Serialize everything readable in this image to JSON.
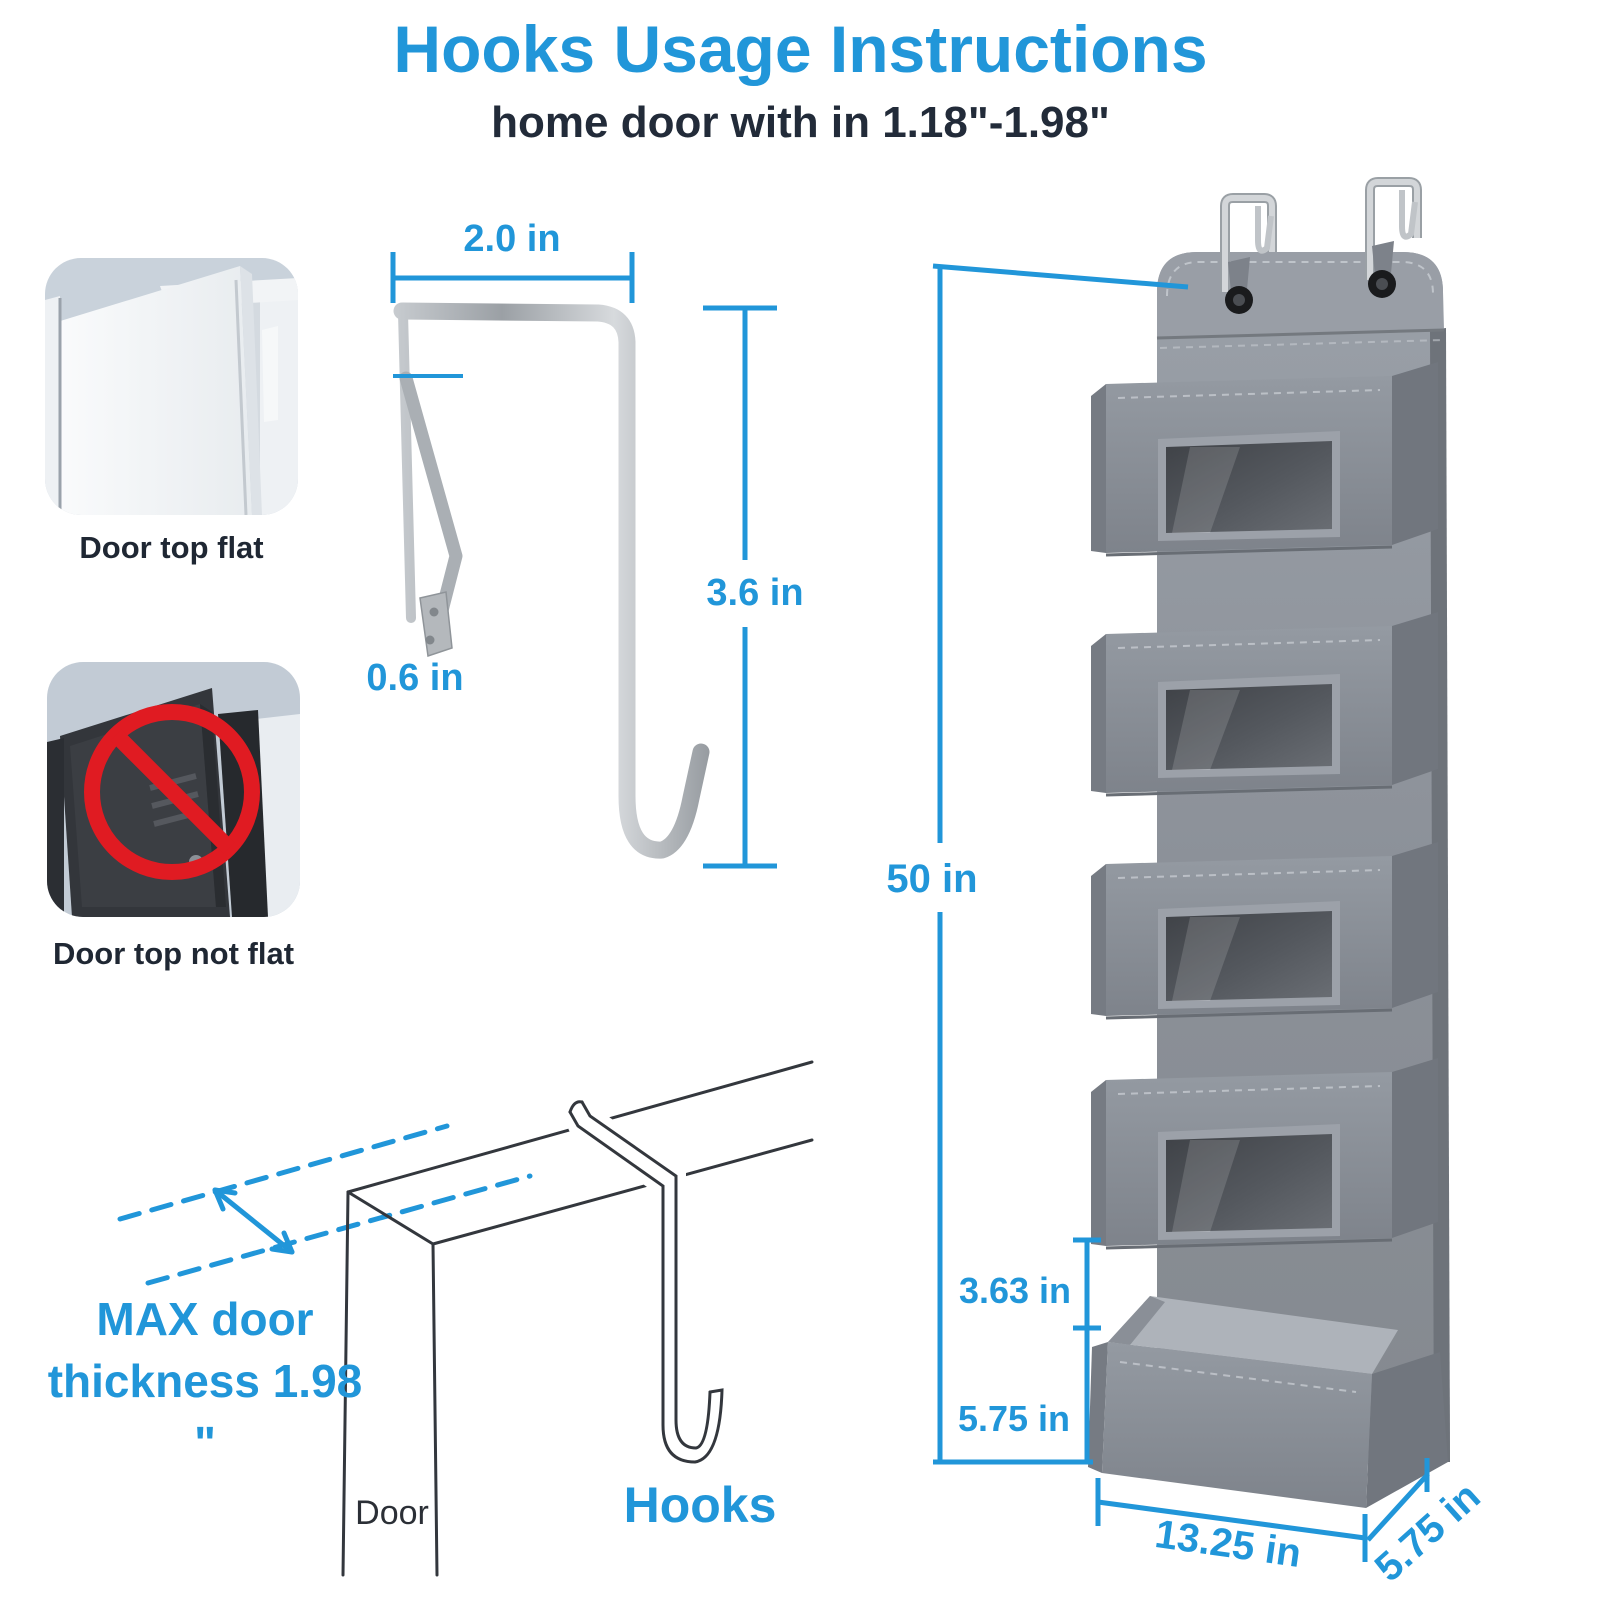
{
  "colors": {
    "accent": "#2196d9",
    "dark_text": "#222b39",
    "sketch_line": "#33373d",
    "fabric_gray": "#8b9099",
    "prohibition_red": "#e01b22"
  },
  "header": {
    "title": "Hooks Usage Instructions",
    "subtitle": "home door with in 1.18\"-1.98\""
  },
  "door_examples": {
    "flat_label": "Door top flat",
    "not_flat_label": "Door top not flat"
  },
  "hook_diagram": {
    "width": "2.0 in",
    "height": "3.6 in",
    "clip": "0.6 in"
  },
  "door_sketch": {
    "max_line1": "MAX door",
    "max_line2": "thickness 1.98 \"",
    "door": "Door",
    "hooks": "Hooks"
  },
  "organizer_diagram": {
    "height": "50 in",
    "upper_section": "3.63 in",
    "bottom_pocket": "5.75 in",
    "width": "13.25 in",
    "depth": "5.75 in"
  }
}
